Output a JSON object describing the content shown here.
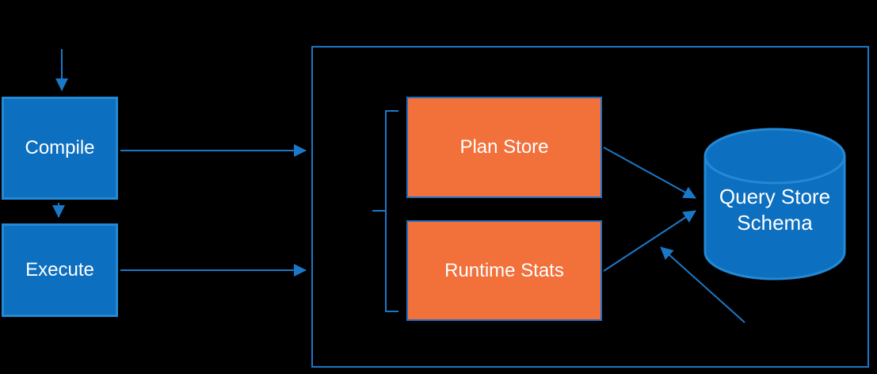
{
  "diagram": {
    "background": "#000000",
    "colors": {
      "box_blue_fill": "#0c6fbf",
      "box_blue_border": "#2389d5",
      "orange_fill": "#f2703a",
      "orange_border": "#1f6fc0",
      "line_blue": "#1b78c8",
      "container_border": "#1b78c8",
      "cylinder_fill": "#0c6fbf",
      "cylinder_border": "#2389d5",
      "text_color": "#ffffff"
    },
    "nodes": {
      "compile": {
        "label": "Compile"
      },
      "execute": {
        "label": "Execute"
      },
      "plan_store": {
        "label": "Plan Store"
      },
      "runtime_stats": {
        "label": "Runtime Stats"
      },
      "query_store_schema": {
        "label_line1": "Query Store",
        "label_line2": "Schema"
      }
    },
    "edges": [
      {
        "name": "incoming-arrow",
        "from": "outside-top",
        "to": "compile"
      },
      {
        "name": "compile-to-execute-arrow",
        "from": "compile",
        "to": "execute"
      },
      {
        "name": "compile-to-container-arrow",
        "from": "compile",
        "to": "query-store-container"
      },
      {
        "name": "execute-to-container-arrow",
        "from": "execute",
        "to": "query-store-container"
      },
      {
        "name": "plan-store-to-schema-arrow",
        "from": "plan_store",
        "to": "query_store_schema"
      },
      {
        "name": "runtime-stats-to-schema-arrow",
        "from": "runtime_stats",
        "to": "query_store_schema"
      },
      {
        "name": "async-write-arrow",
        "from": "outside-bottom-right",
        "to": "query_store_schema"
      }
    ]
  }
}
